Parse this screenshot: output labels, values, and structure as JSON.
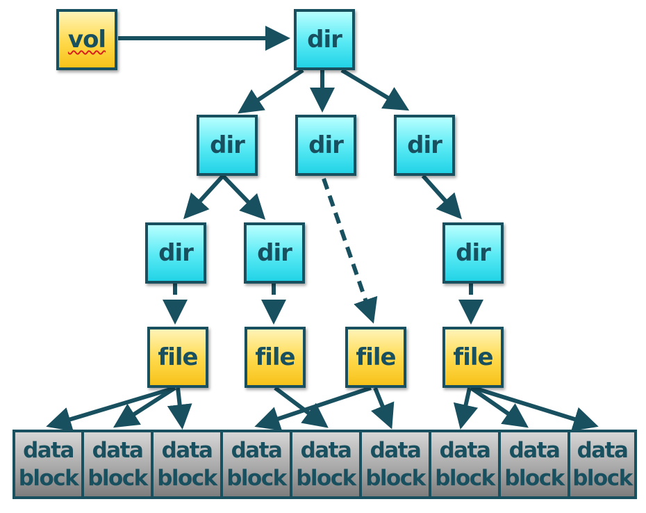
{
  "labels": {
    "vol": "vol",
    "dir": "dir",
    "file": "file",
    "block_line1": "data",
    "block_line2": "block"
  },
  "colors": {
    "stroke": "#19505f",
    "dir_fill": "#57e9f4",
    "file_fill": "#ffd94a",
    "block_fill": "#a9a9a9"
  },
  "nodes": [
    {
      "id": "vol",
      "type": "vol"
    },
    {
      "id": "dir-root",
      "type": "dir"
    },
    {
      "id": "dir-l1-a",
      "type": "dir"
    },
    {
      "id": "dir-l1-b",
      "type": "dir"
    },
    {
      "id": "dir-l1-c",
      "type": "dir"
    },
    {
      "id": "dir-l2-a",
      "type": "dir"
    },
    {
      "id": "dir-l2-b",
      "type": "dir"
    },
    {
      "id": "dir-l2-c",
      "type": "dir"
    },
    {
      "id": "file-1",
      "type": "file"
    },
    {
      "id": "file-2",
      "type": "file"
    },
    {
      "id": "file-3",
      "type": "file"
    },
    {
      "id": "file-4",
      "type": "file"
    },
    {
      "id": "block-1",
      "type": "block"
    },
    {
      "id": "block-2",
      "type": "block"
    },
    {
      "id": "block-3",
      "type": "block"
    },
    {
      "id": "block-4",
      "type": "block"
    },
    {
      "id": "block-5",
      "type": "block"
    },
    {
      "id": "block-6",
      "type": "block"
    },
    {
      "id": "block-7",
      "type": "block"
    },
    {
      "id": "block-8",
      "type": "block"
    },
    {
      "id": "block-9",
      "type": "block"
    }
  ],
  "edges": [
    {
      "from": "vol",
      "to": "dir-root",
      "style": "solid"
    },
    {
      "from": "dir-root",
      "to": "dir-l1-a",
      "style": "solid"
    },
    {
      "from": "dir-root",
      "to": "dir-l1-b",
      "style": "solid"
    },
    {
      "from": "dir-root",
      "to": "dir-l1-c",
      "style": "solid"
    },
    {
      "from": "dir-l1-a",
      "to": "dir-l2-a",
      "style": "solid"
    },
    {
      "from": "dir-l1-a",
      "to": "dir-l2-b",
      "style": "solid"
    },
    {
      "from": "dir-l1-b",
      "to": "file-3",
      "style": "dashed"
    },
    {
      "from": "dir-l1-c",
      "to": "dir-l2-c",
      "style": "solid"
    },
    {
      "from": "dir-l2-a",
      "to": "file-1",
      "style": "dashed"
    },
    {
      "from": "dir-l2-b",
      "to": "file-2",
      "style": "dashed"
    },
    {
      "from": "dir-l2-c",
      "to": "file-4",
      "style": "dashed"
    },
    {
      "from": "file-1",
      "to": "block-1",
      "style": "solid"
    },
    {
      "from": "file-1",
      "to": "block-2",
      "style": "solid"
    },
    {
      "from": "file-1",
      "to": "block-3",
      "style": "solid"
    },
    {
      "from": "file-2",
      "to": "block-5",
      "style": "solid"
    },
    {
      "from": "file-3",
      "to": "block-4",
      "style": "solid"
    },
    {
      "from": "file-3",
      "to": "block-6",
      "style": "solid"
    },
    {
      "from": "file-4",
      "to": "block-7",
      "style": "solid"
    },
    {
      "from": "file-4",
      "to": "block-8",
      "style": "solid"
    },
    {
      "from": "file-4",
      "to": "block-9",
      "style": "solid"
    }
  ]
}
